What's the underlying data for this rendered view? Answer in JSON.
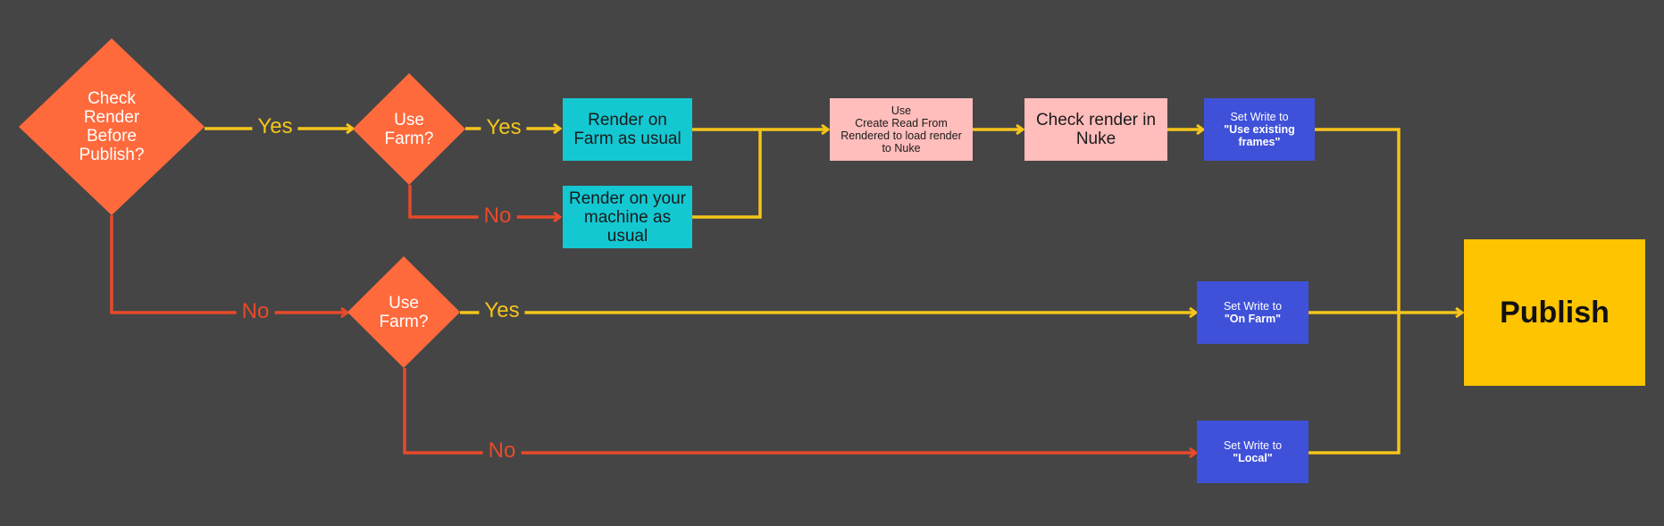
{
  "colors": {
    "background": "#454545",
    "decision": "#ff6a3d",
    "render_box": "#14c8d2",
    "pink_box": "#ffbdbb",
    "blue_box": "#3f51d9",
    "publish": "#ffc400",
    "yes_line": "#f5c51a",
    "no_line": "#e84a2a"
  },
  "nodes": {
    "check_render": "Check\nRender\nBefore\nPublish?",
    "use_farm_top": "Use\nFarm?",
    "use_farm_bottom": "Use\nFarm?",
    "render_farm": "Render on\nFarm as usual",
    "render_machine": "Render on your\nmachine as\nusual",
    "create_read": "Use\nCreate Read From\nRendered to load render\nto Nuke",
    "check_nuke": "Check render in\nNuke",
    "write_existing": {
      "line1": "Set Write to",
      "line2": "\"Use existing\nframes\""
    },
    "write_farm": {
      "line1": "Set Write to",
      "line2": "\"On Farm\""
    },
    "write_local": {
      "line1": "Set Write to",
      "line2": "\"Local\""
    },
    "publish": "Publish"
  },
  "edge_labels": {
    "yes_1": "Yes",
    "yes_2": "Yes",
    "no_1": "No",
    "no_2": "No",
    "yes_3": "Yes",
    "no_3": "No"
  }
}
